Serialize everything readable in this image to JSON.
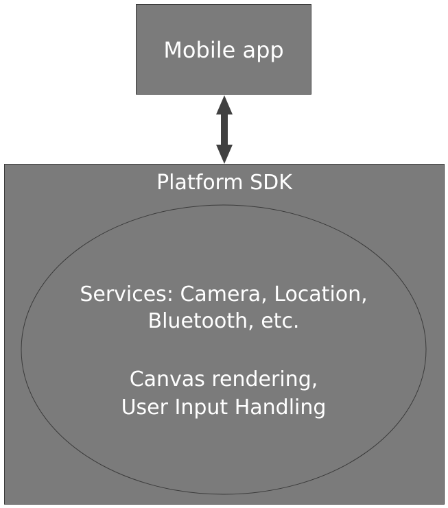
{
  "mobile_app": {
    "label": "Mobile app"
  },
  "platform_sdk": {
    "label": "Platform SDK",
    "services_line1": "Services: Camera, Location,",
    "services_line2": "Bluetooth, etc.",
    "canvas_line1": "Canvas rendering,",
    "canvas_line2": "User Input Handling"
  },
  "colors": {
    "box_fill": "#7b7b7b",
    "border": "#3a3a3a",
    "text": "#ffffff",
    "arrow": "#404040"
  }
}
